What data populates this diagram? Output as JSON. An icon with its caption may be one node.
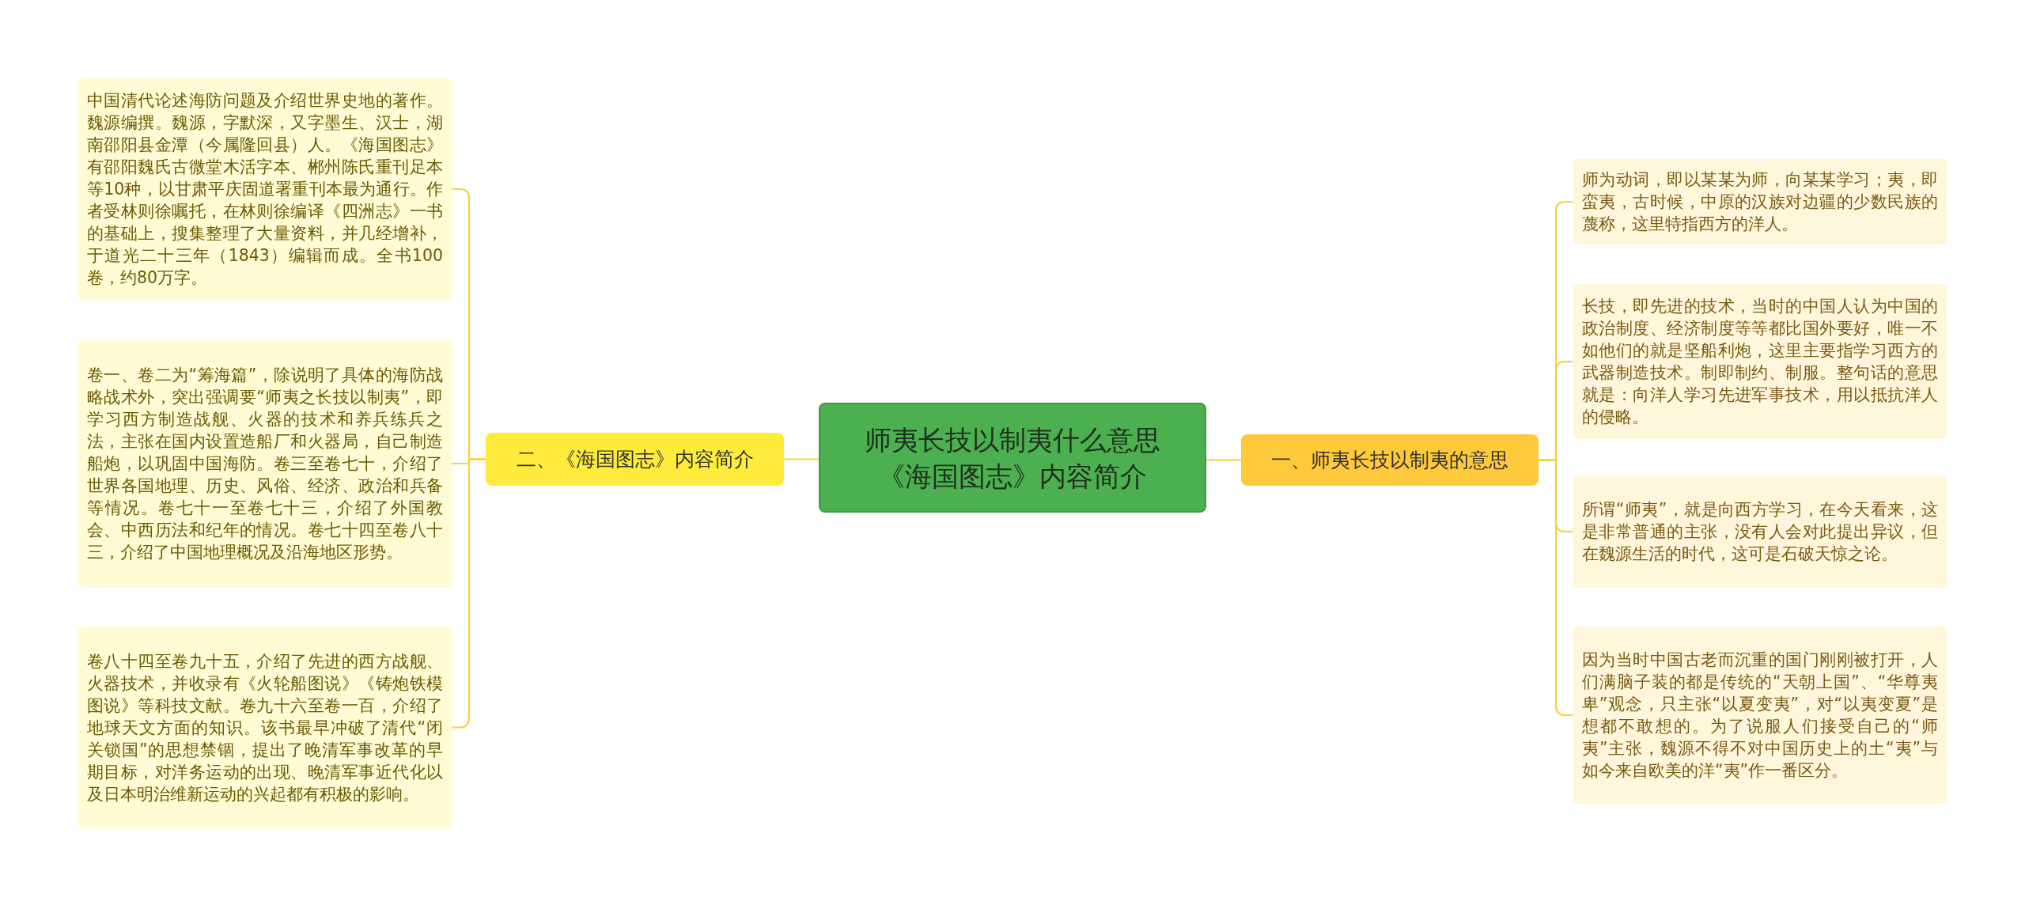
{
  "diagram": {
    "nodes": [
      {
        "text": [
          "师夷长技以制夷什么意思《海国图志》内容简介"
        ]
      },
      {
        "text": [
          "一、师夷长技以制夷的意思"
        ]
      },
      {
        "text": [
          "师为动词，即以某某为师，向某某学习；夷，即蛮夷，古时候，中原的汉族对边疆的少数民族的蔑称，这里特指西方的洋人。"
        ]
      },
      {
        "text": [
          "长技，即先进的技术，当时的中国人认为中国的政治制度、经济制度等等都比国外要好，唯一不如他们的就是坚船利炮，这里主要指学习西方的武器制造技术。制即制约、制服。整句话的意思就是：向洋人学习先进军事技术，用以抵抗洋人的侵略。"
        ]
      },
      {
        "text": [
          "所谓“师夷”，就是向西方学习，在今天看来，这是非常普通的主张，没有人会对此提出异议，但在魏源生活的时代，这可是石破天惊之论。"
        ]
      },
      {
        "text": [
          "因为当时中国古老而沉重的国门刚刚被打开，人们满脑子装的都是传统的“天朝上国”、“华尊夷卑”观念，只主张“以夏变夷”，对“以夷变夏”是想都不敢想的。为了说服人们接受自己的“师夷”主张，魏源不得不对中国历史上的土“夷”与如今来自欧美的洋“夷”作一番区分。"
        ]
      },
      {
        "text": [
          "二、《海国图志》内容简介"
        ]
      },
      {
        "text": [
          "中国清代论述海防问题及介绍世界史地的著作。魏源编撰。魏源，字默深，又字墨生、汉士，湖南邵阳县金潭（今属隆回县）人。《海国图志》有邵阳魏氏古微堂木活字本、郴州陈氏重刊足本等10种，以甘肃平庆固道署重刊本最为通行。作者受林则徐嘱托，在林则徐编译《四洲志》一书的基础上，搜集整理了大量资料，并几经增补，于道光二十三年（1843）编辑而成。全书100卷，约80万字。"
        ]
      },
      {
        "text": [
          "卷一、卷二为“筹海篇”，除说明了具体的海防战略战术外，突出强调要“师夷之长技以制夷”，即学习西方制造战舰、火器的技术和养兵练兵之法，主张在国内设置造船厂和火器局，自己制造船炮，以巩固中国海防。卷三至卷七十，介绍了世界各国地理、历史、风俗、经济、政治和兵备等情况。卷七十一至卷七十三，介绍了外国教会、中西历法和纪年的情况。卷七十四至卷八十三，介绍了中国地理概况及沿海地区形势。"
        ]
      },
      {
        "text": [
          "卷八十四至卷九十五，介绍了先进的西方战舰、火器技术，并收录有《火轮船图说》《铸炮铁模图说》等科技文献。卷九十六至卷一百，介绍了地球天文方面的知识。该书最早冲破了清代“闭关锁国”的思想禁锢，提出了晚清军事改革的早期目标，对洋务运动的出现、晚清军事近代化以及日本明治维新运动的兴起都有积极的影响。"
        ]
      }
    ],
    "edges": [
      {
        "from": 0,
        "to": 1,
        "arrow": "none"
      },
      {
        "from": 1,
        "to": 2,
        "arrow": "none"
      },
      {
        "from": 1,
        "to": 3,
        "arrow": "none"
      },
      {
        "from": 1,
        "to": 4,
        "arrow": "none"
      },
      {
        "from": 1,
        "to": 5,
        "arrow": "none"
      },
      {
        "from": 0,
        "to": 6,
        "arrow": "none"
      },
      {
        "from": 6,
        "to": 7,
        "arrow": "none"
      },
      {
        "from": 6,
        "to": 8,
        "arrow": "none"
      },
      {
        "from": 6,
        "to": 9,
        "arrow": "none"
      }
    ]
  }
}
